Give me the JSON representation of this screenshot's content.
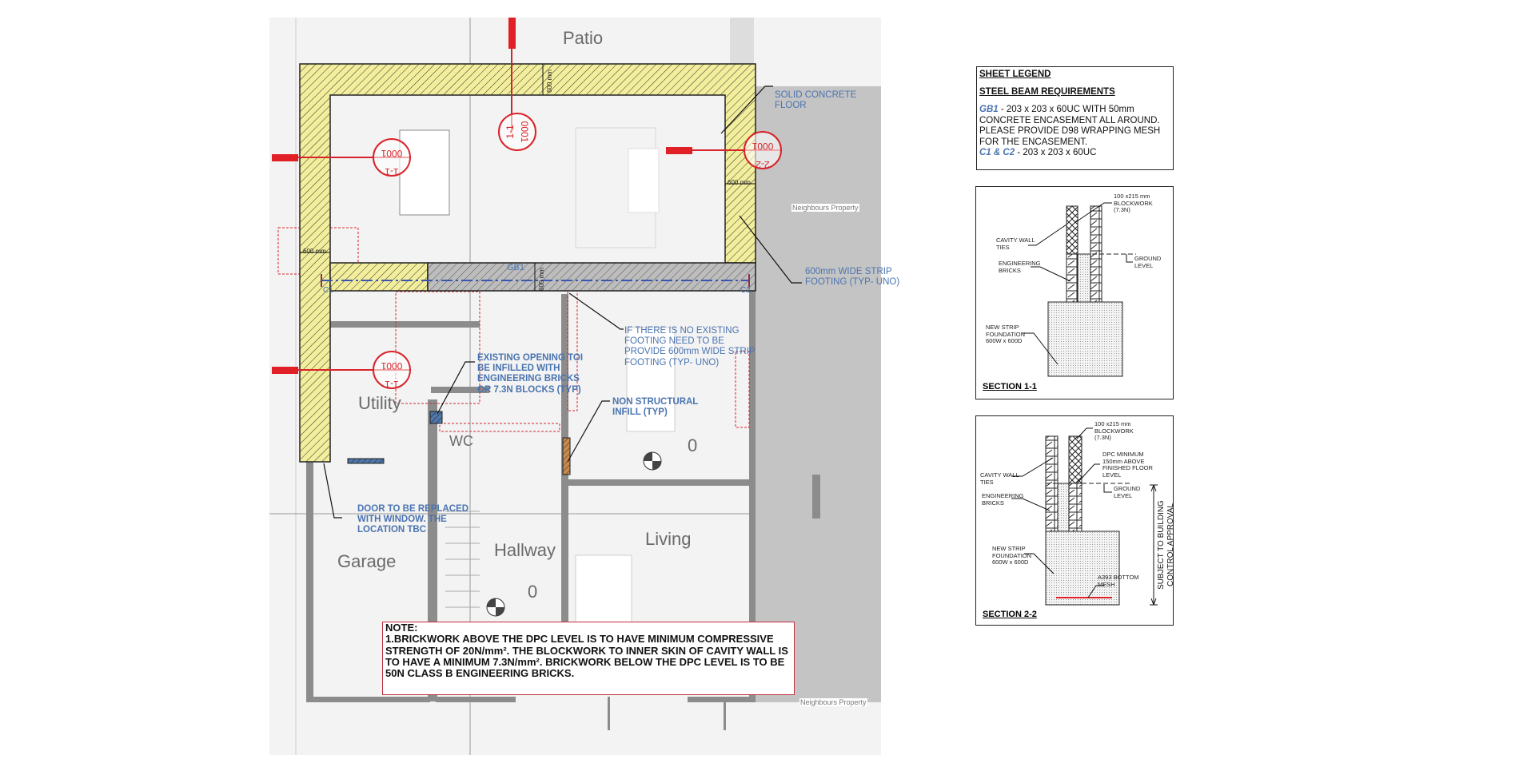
{
  "plan": {
    "rooms": {
      "patio": "Patio",
      "utility": "Utility",
      "wc": "WC",
      "hallway": "Hallway",
      "living": "Living",
      "garage": "Garage",
      "level_mark_1": "0",
      "level_mark_2": "0"
    },
    "neighbours_label": "Neighbours Property",
    "beam_label": "GB1",
    "column_labels": [
      "C1",
      "C2"
    ],
    "dimension_label": "600 mm",
    "section_marks": {
      "sheet_ref": "0001",
      "section_1": "1-1",
      "section_2": "2-2"
    },
    "annotations": {
      "solid_floor": "SOLID CONCRETE\nFLOOR",
      "strip_footing": "600mm WIDE STRIP\nFOOTING (TYP- UNO)",
      "no_existing_footing": "IF THERE IS NO EXISTING\nFOOTING NEED TO BE\nPROVIDE 600mm WIDE STRIP\nFOOTING (TYP- UNO)",
      "existing_opening": "EXISTING OPENING TOI\nBE INFILLED WITH\nENGINEERING BRICKS\nOR 7.3N BLOCKS (TYP)",
      "non_structural": "NON STRUCTURAL\nINFILL (TYP)",
      "door_replaced": "DOOR TO BE REPLACED\nWITH WINDOW. THE\nLOCATION TBC"
    },
    "note": {
      "title": "NOTE:",
      "body": "1.BRICKWORK ABOVE THE DPC LEVEL IS TO HAVE MINIMUM COMPRESSIVE STRENGTH OF 20N/mm². THE BLOCKWORK TO INNER SKIN OF CAVITY WALL IS TO HAVE A MINIMUM 7.3N/mm². BRICKWORK BELOW THE DPC LEVEL IS TO BE 50N CLASS B ENGINEERING BRICKS."
    },
    "colors": {
      "footing_fill": "#f2ee9c",
      "beam_fill": "#b9b9b9",
      "section_red": "#d8232a",
      "annotation_blue": "#4a74b0",
      "neighbour_grey": "#c4c4c4"
    }
  },
  "legend": {
    "title": "SHEET LEGEND",
    "subtitle": "STEEL BEAM REQUIREMENTS",
    "gb1_tag": "GB1",
    "gb1_text": " - 203 x 203 x 60UC WITH 50mm CONCRETE ENCASEMENT ALL AROUND. PLEASE PROVIDE D98 WRAPPING MESH FOR THE ENCASEMENT.",
    "c_tag": "C1 & C2",
    "c_text": " - 203 x 203 x 60UC"
  },
  "section_1": {
    "title": "SECTION 1-1",
    "blockwork": "100 x215 mm\nBLOCKWORK\n(7.3N)",
    "ties": "CAVITY WALL\nTIES",
    "bricks": "ENGINEERING\nBRICKS",
    "ground": "GROUND\nLEVEL",
    "foundation": "NEW STRIP\nFOUNDATION\n600W x 600D"
  },
  "section_2": {
    "title": "SECTION 2-2",
    "blockwork": "100 x215 mm\nBLOCKWORK\n(7.3N)",
    "dpc": "DPC MINIMUM\n150mm ABOVE\nFINISHED FLOOR\nLEVEL",
    "ties": "CAVITY WALL\nTIES",
    "bricks": "ENGINEERING\nBRICKS",
    "ground": "GROUND\nLEVEL",
    "foundation": "NEW STRIP\nFOUNDATION\n600W x 600D",
    "mesh": "A393 BOTTOM\nMESH",
    "approval": "SUBJECT TO BUILDING\nCONTROL APPROVAL"
  }
}
